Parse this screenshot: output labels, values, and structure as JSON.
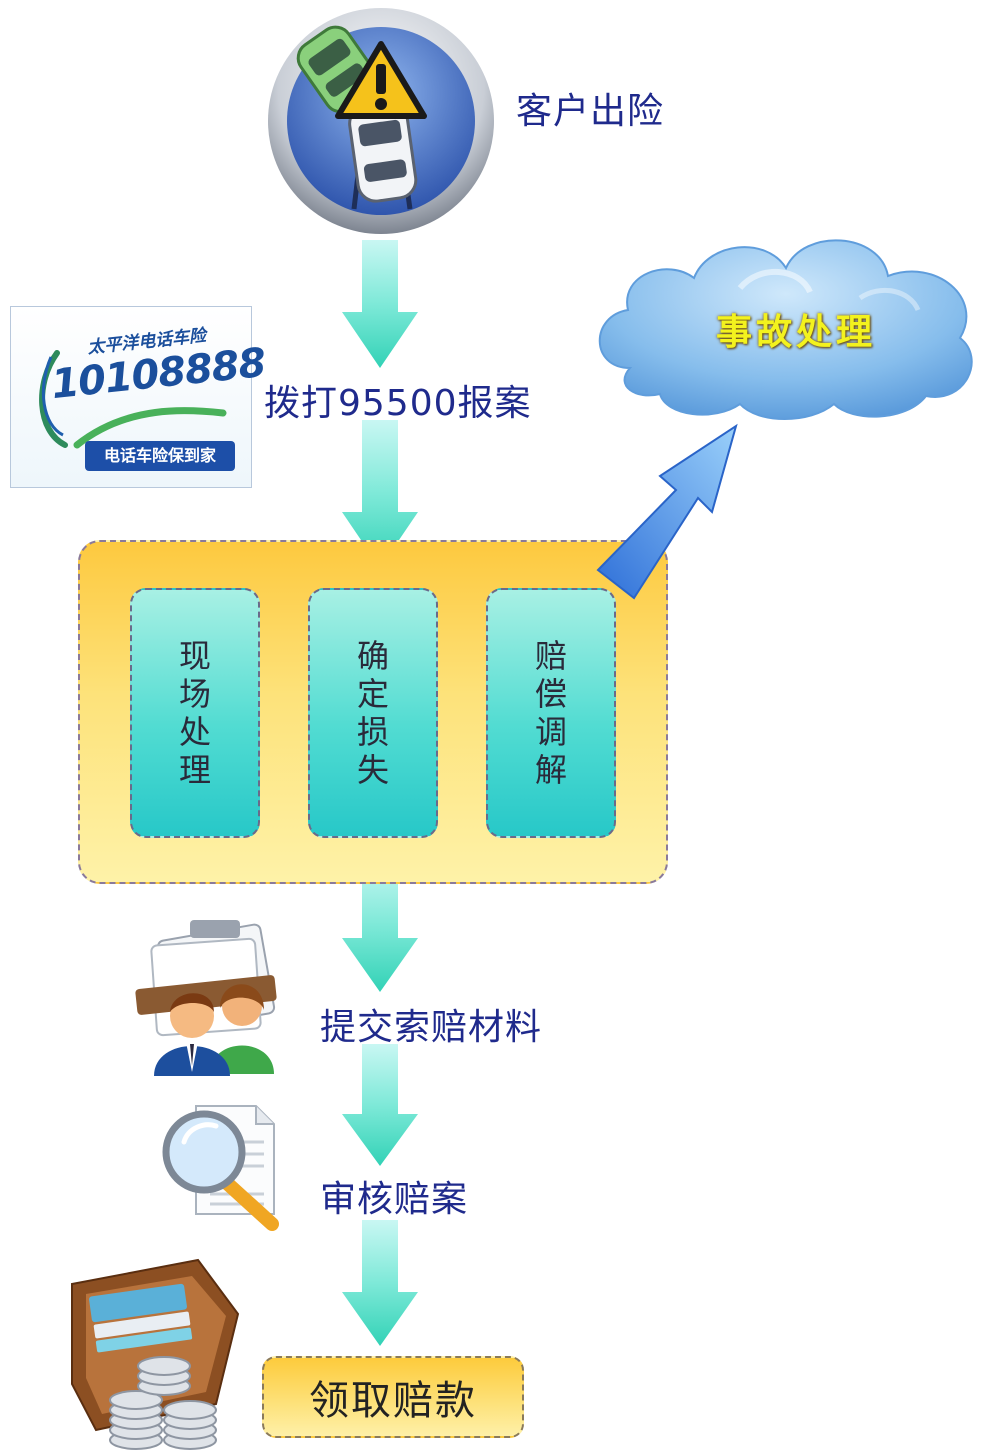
{
  "steps": {
    "report": "客户出险",
    "call": "拨打95500报案",
    "submit": "提交索赔材料",
    "review": "审核赔案",
    "receive": "领取赔款"
  },
  "process_boxes": [
    {
      "label": "现场处理",
      "chars": [
        "现",
        "场",
        "处",
        "理"
      ]
    },
    {
      "label": "确定损失",
      "chars": [
        "确",
        "定",
        "损",
        "失"
      ]
    },
    {
      "label": "赔偿调解",
      "chars": [
        "赔",
        "偿",
        "调",
        "解"
      ]
    }
  ],
  "cloud": {
    "label": "事故处理"
  },
  "hotline_logo": {
    "brand": "太平洋电话车险",
    "number": "10108888",
    "slogan": "电话车险保到家"
  },
  "icons": {
    "accident": "car-accident-warning-icon",
    "documents": "people-documents-icon",
    "review": "magnifier-document-icon",
    "money": "wallet-coins-icon"
  },
  "colors": {
    "label_text": "#1f2a8c",
    "arrow_top": "#b6f3ef",
    "arrow_bottom": "#3fd8c0",
    "box_yellow": "#fdc93f",
    "sub_box_teal": "#52dcd2",
    "cloud_blue": "#7fb7ea",
    "cloud_text": "#f3f21e"
  }
}
